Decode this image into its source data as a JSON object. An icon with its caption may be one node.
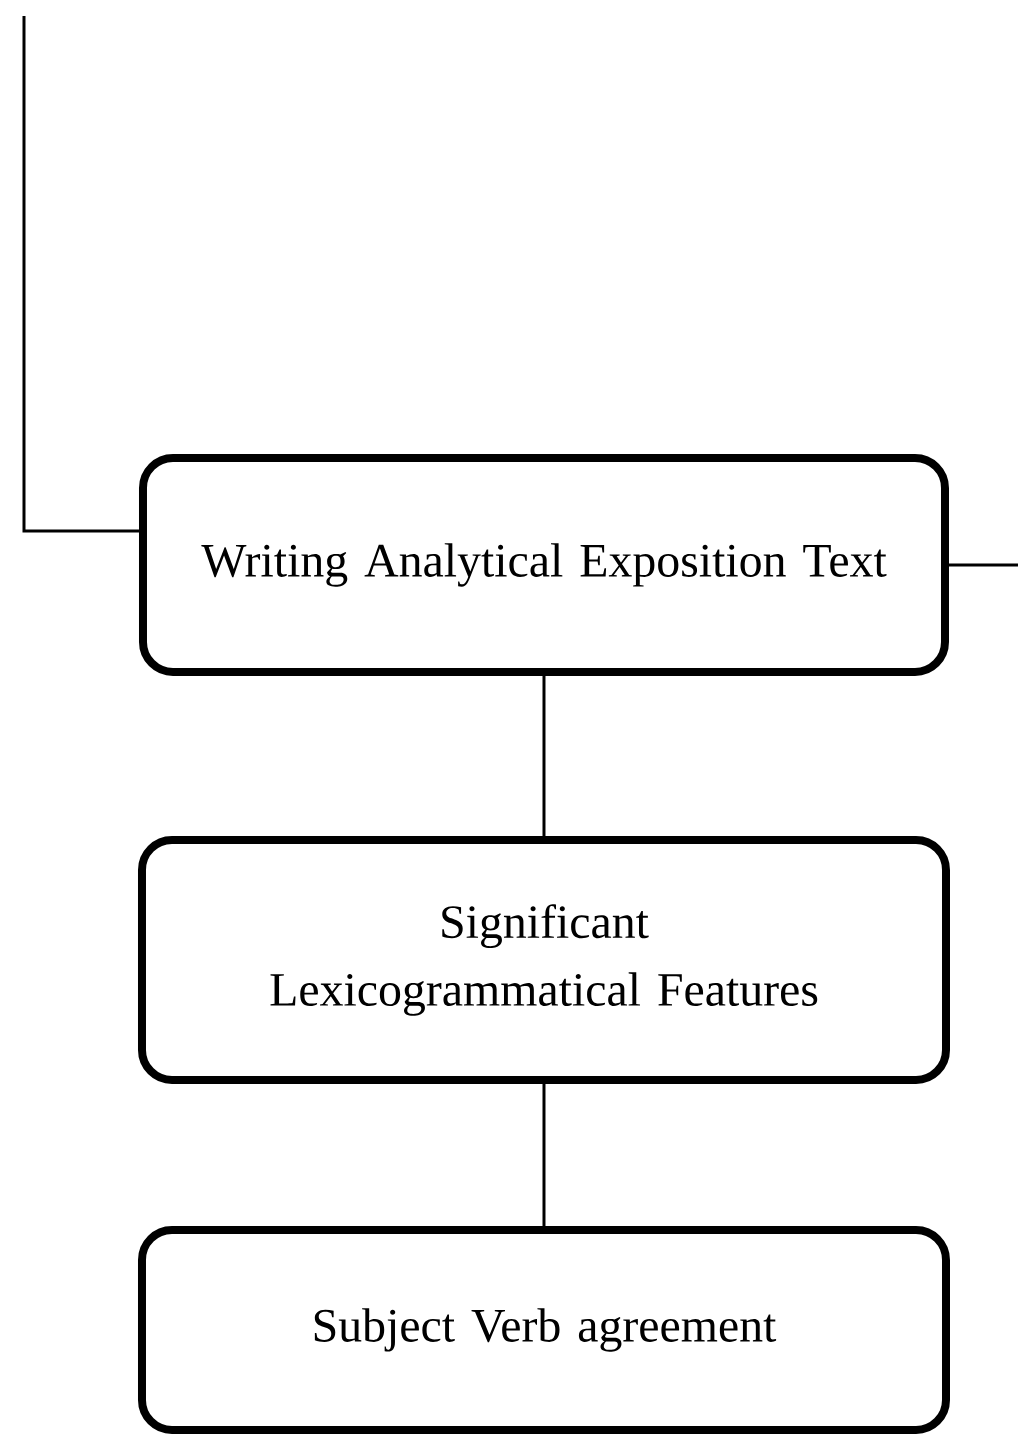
{
  "diagram": {
    "nodes": [
      {
        "text": [
          "Writing Analytical Exposition Text"
        ]
      },
      {
        "text": [
          "Significant Lexicogrammatical Features"
        ]
      },
      {
        "text": [
          "Subject Verb agreement"
        ]
      }
    ],
    "edges": [
      {
        "from": null,
        "to": 0,
        "arrow": "none"
      },
      {
        "from": 0,
        "to": null,
        "arrow": "none"
      },
      {
        "from": 0,
        "to": 1,
        "arrow": "none"
      },
      {
        "from": 1,
        "to": 2,
        "arrow": "none"
      }
    ]
  }
}
